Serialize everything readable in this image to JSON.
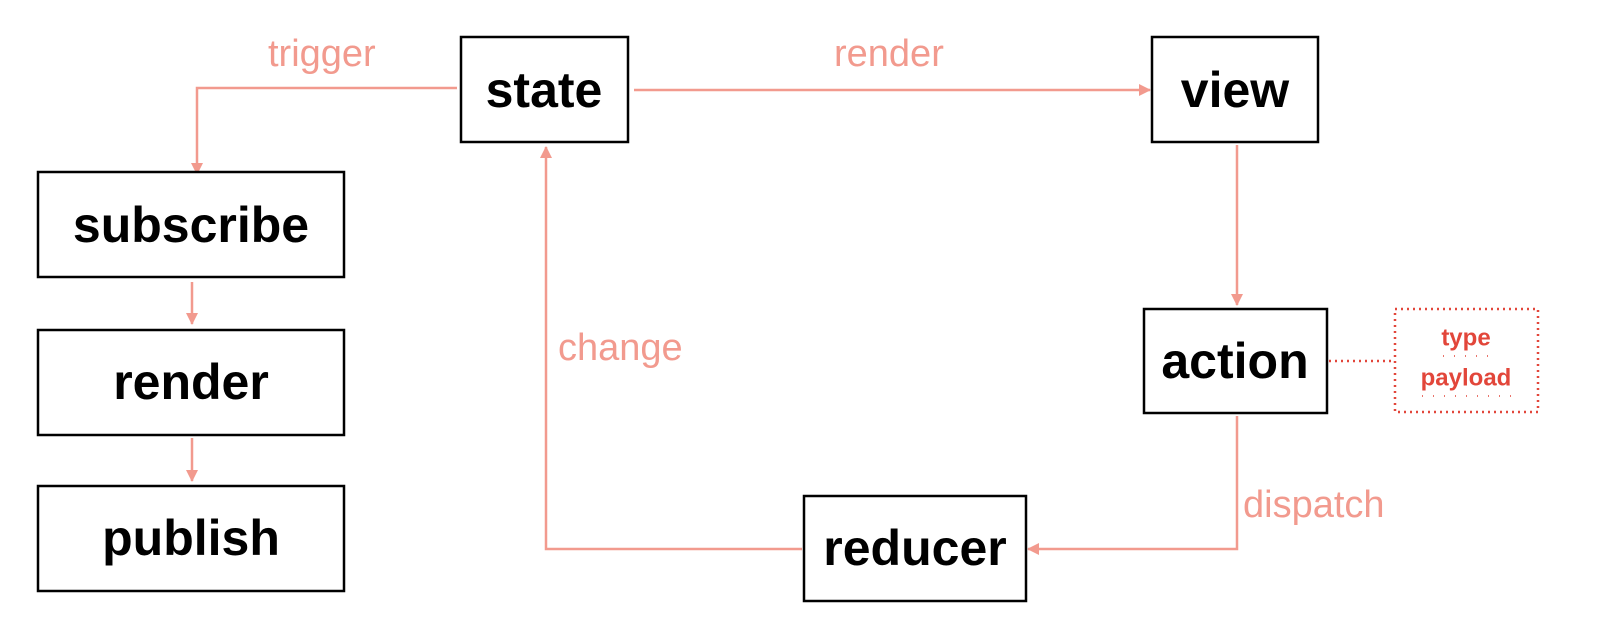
{
  "colors": {
    "edge": "#f29a8e",
    "action_fields": "#e2463a",
    "node_border": "#000000",
    "node_text": "#000000",
    "background": "#ffffff"
  },
  "nodes": {
    "state": "state",
    "view": "view",
    "action": "action",
    "reducer": "reducer",
    "subscribe": "subscribe",
    "render": "render",
    "publish": "publish"
  },
  "edges": {
    "trigger": "trigger",
    "render": "render",
    "change": "change",
    "dispatch": "dispatch"
  },
  "action_fields": [
    "type",
    "payload"
  ]
}
